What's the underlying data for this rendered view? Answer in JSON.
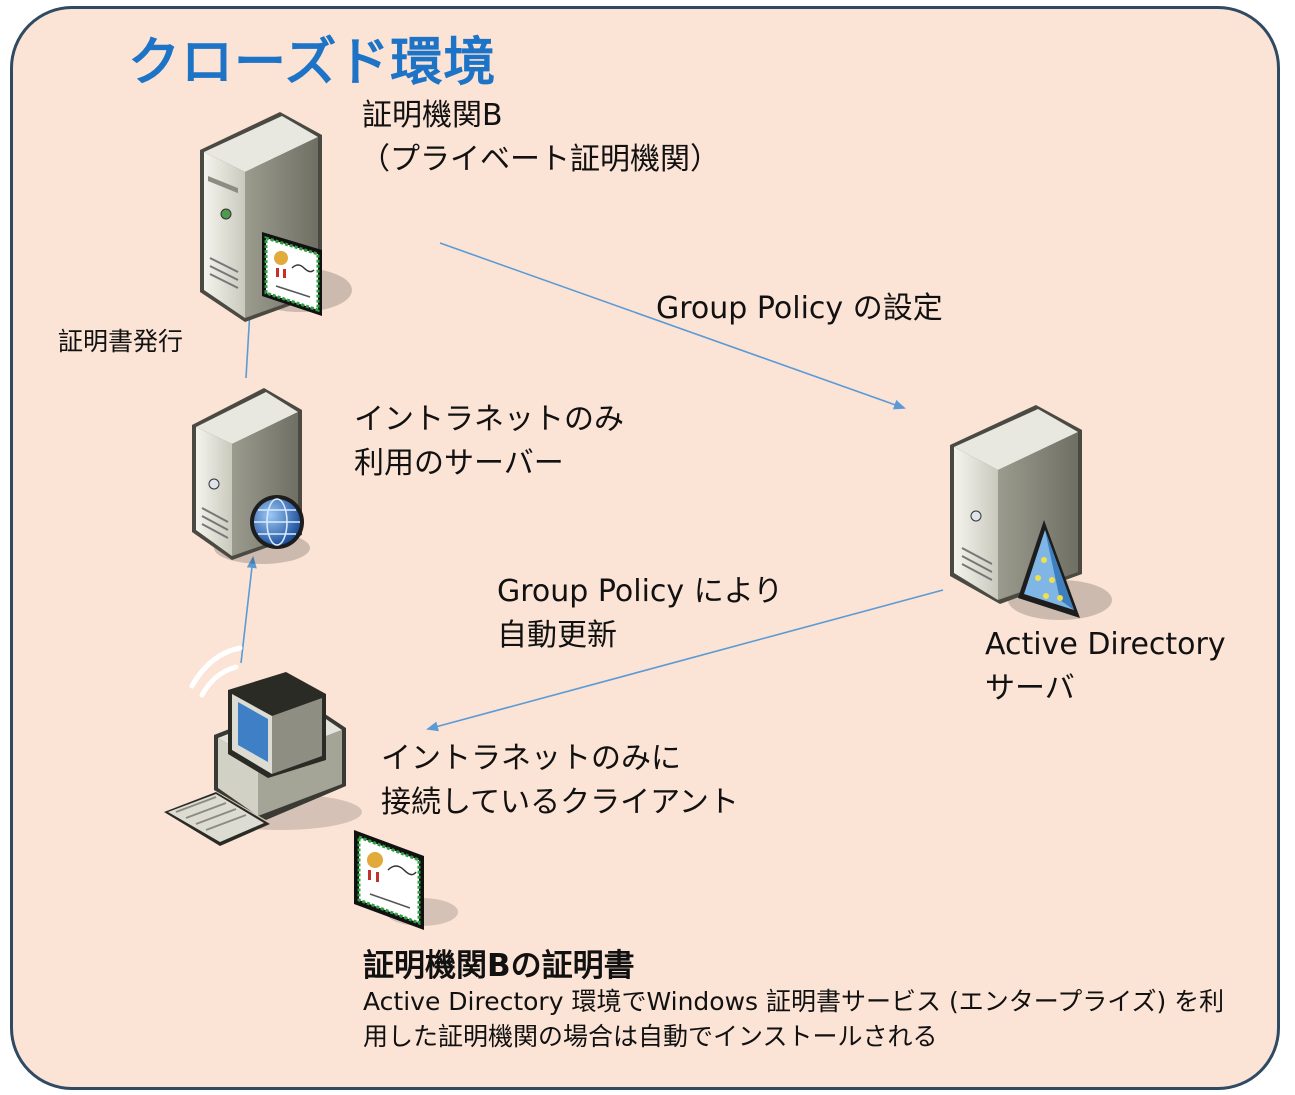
{
  "title": "クローズド環境",
  "nodes": {
    "private_ca": {
      "line1": "証明機関B",
      "line2": "（プライベート証明機関）"
    },
    "intranet_server": {
      "line1": "イントラネットのみ",
      "line2": "利用のサーバー"
    },
    "ad_server": {
      "line1": "Active Directory",
      "line2": "サーバ"
    },
    "client": {
      "line1": "イントラネットのみに",
      "line2": "接続しているクライアント"
    }
  },
  "edges": {
    "group_policy_setting": "Group Policy の設定",
    "cert_issue": "証明書発行",
    "auto_update": {
      "line1": "Group Policy により",
      "line2": "自動更新"
    }
  },
  "certificate": {
    "heading": "証明機関Bの証明書",
    "note": "Active Directory 環境でWindows 証明書サービス (エンタープライズ) を利用した証明機関の場合は自動でインストールされる"
  },
  "colors": {
    "title": "#1d74c6",
    "background": "#fbe3d6",
    "border": "#2f4a63",
    "arrow": "#5b9bd5"
  }
}
